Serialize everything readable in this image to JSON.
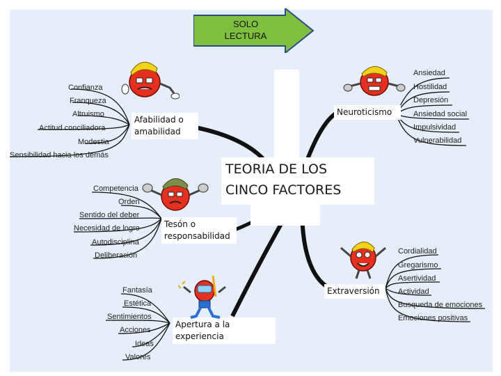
{
  "banner": {
    "line1": "SOLO",
    "line2": "LECTURA",
    "color": "#7fbf3f"
  },
  "center": {
    "line1": "TEORIA DE LOS",
    "line2": "CINCO FACTORES"
  },
  "branches": {
    "amabilidad": {
      "title1": "Afabilidad o",
      "title2": "amabilidad",
      "items": [
        "Confianza",
        "Franqueza",
        "Altruismo",
        "Actitud conciliadora",
        "Modestia",
        "Sensibilidad hacia los demás"
      ]
    },
    "neuroticismo": {
      "title1": "Neuroticismo",
      "items": [
        "Ansiedad",
        "Hostilidad",
        "Depresión",
        "Ansiedad social",
        "Impulsividad",
        "Vulnerabilidad"
      ]
    },
    "responsabilidad": {
      "title1": "Tesón o",
      "title2": "responsabilidad",
      "items": [
        "Competencia",
        "Orden",
        "Sentido del deber",
        "Necesidad de logro",
        "Autodisciplina",
        "Deliberación"
      ]
    },
    "extraversion": {
      "title1": "Extraversión",
      "items": [
        "Cordialidad",
        "Gregarismo",
        "Asertividad",
        "Actividad",
        "Busqueda de emociones",
        "Emociones positivas"
      ]
    },
    "apertura": {
      "title1": "Apertura a la",
      "title2": "experiencia",
      "items": [
        "Fantasía",
        "Estética",
        "Sentimientos",
        "Acciones",
        "Ideas",
        "Valores"
      ]
    }
  },
  "colors": {
    "background": "#e6eef9",
    "line": "#111111",
    "mascot": "#e53020",
    "helmet": "#f2d21b"
  },
  "icons": [
    "mascot-icon",
    "arrow-banner-icon"
  ]
}
